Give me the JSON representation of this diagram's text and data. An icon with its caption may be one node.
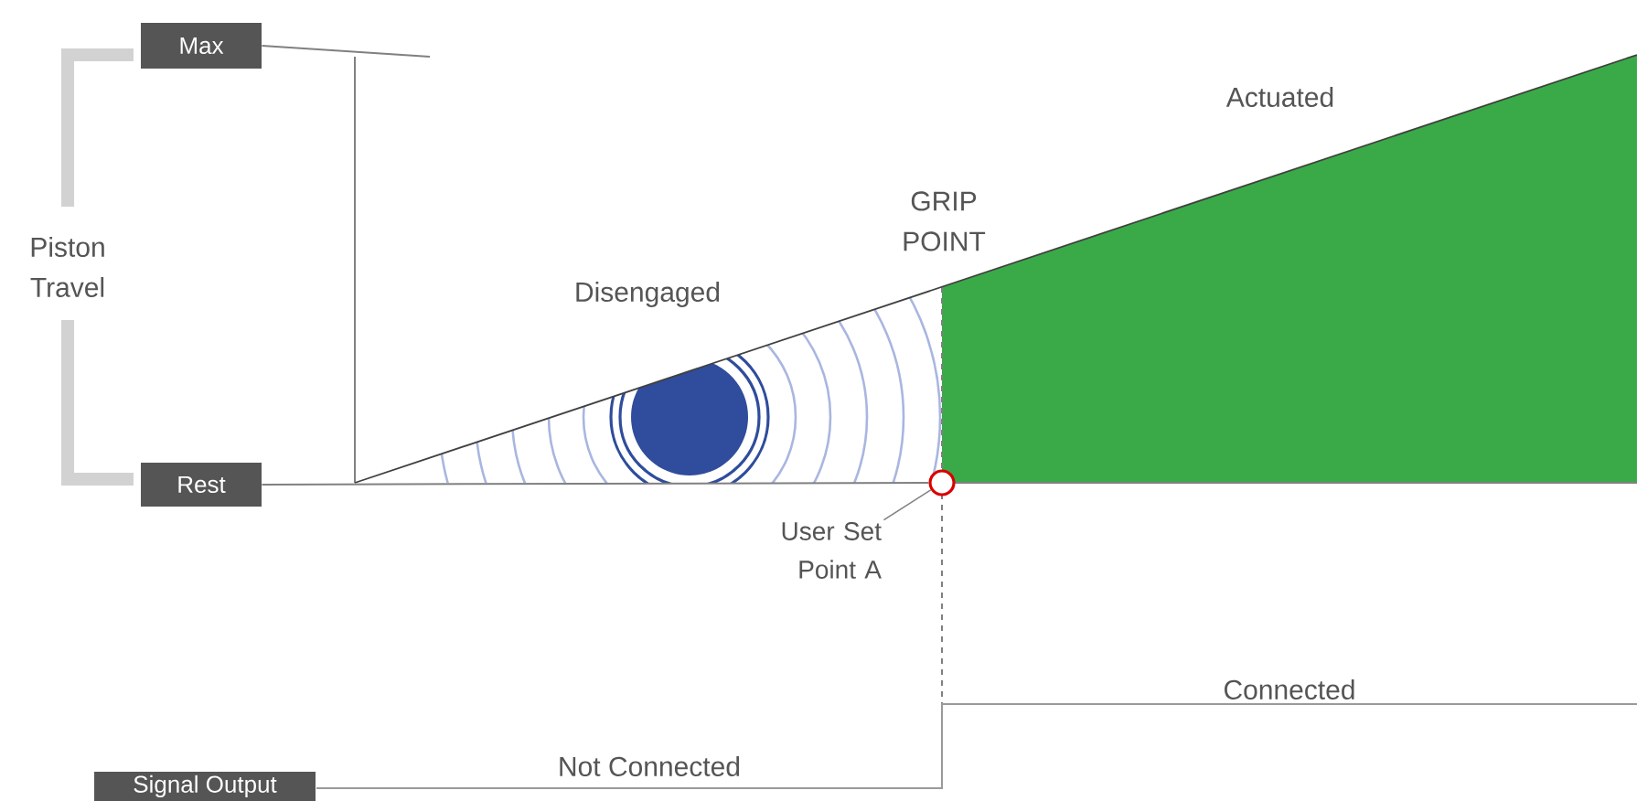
{
  "diagram": {
    "nodes": [
      {
        "text": [
          "Max"
        ]
      },
      {
        "text": [
          "Rest"
        ]
      },
      {
        "text": [],
        "shape": "circle"
      },
      {
        "text": [
          "User Set Point A"
        ]
      },
      {
        "text": [
          "Signal Output"
        ]
      }
    ],
    "edges": [
      {
        "from": 0,
        "to": null,
        "arrow": "none"
      },
      {
        "from": 1,
        "to": 2,
        "arrow": "none"
      },
      {
        "from": 3,
        "to": 2,
        "arrow": "none"
      }
    ],
    "labels": [
      "Actuated",
      "GRIP POINT",
      "Piston Travel",
      "Disengaged",
      "Connected",
      "Not Connected"
    ]
  }
}
